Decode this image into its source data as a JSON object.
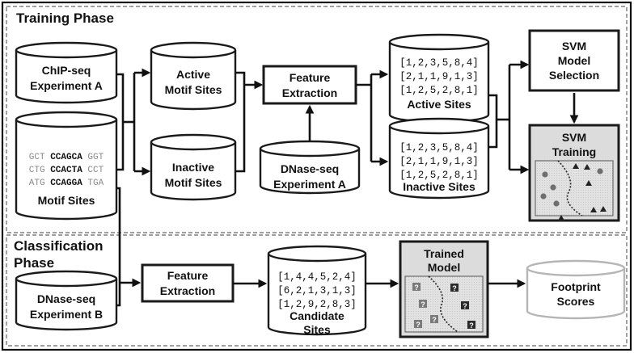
{
  "training": {
    "title": "Training Phase",
    "chipseq": [
      "ChIP-seq",
      "Experiment A"
    ],
    "motif_sites": {
      "label": "Motif Sites",
      "rows": [
        {
          "pre": "GCT ",
          "mid": "CCAGCA",
          "post": " GGT"
        },
        {
          "pre": "CTG ",
          "mid": "CCACTA",
          "post": " CCT"
        },
        {
          "pre": "ATG ",
          "mid": "CCAGGA",
          "post": " TGA"
        }
      ]
    },
    "active_motif": [
      "Active",
      "Motif Sites"
    ],
    "inactive_motif": [
      "Inactive",
      "Motif Sites"
    ],
    "feature_extraction": [
      "Feature",
      "Extraction"
    ],
    "dnase_a": [
      "DNase-seq",
      "Experiment A"
    ],
    "active_sites": {
      "vectors": [
        "[1,2,3,5,8,4]",
        "[2,1,1,9,1,3]",
        "[1,2,5,2,8,1]"
      ],
      "label": "Active Sites"
    },
    "inactive_sites": {
      "vectors": [
        "[1,2,3,5,8,4]",
        "[2,1,1,9,1,3]",
        "[1,2,5,2,8,1]"
      ],
      "label": "Inactive Sites"
    },
    "svm_selection": [
      "SVM",
      "Model",
      "Selection"
    ],
    "svm_training": [
      "SVM",
      "Training"
    ]
  },
  "classification": {
    "title": [
      "Classification",
      "Phase"
    ],
    "dnase_b": [
      "DNase-seq",
      "Experiment B"
    ],
    "feature_extraction": [
      "Feature",
      "Extraction"
    ],
    "candidate_sites": {
      "vectors": [
        "[1,4,4,5,2,4]",
        "[6,2,1,3,1,3]",
        "[1,2,9,2,8,3]"
      ],
      "label": [
        "Candidate",
        "Sites"
      ]
    },
    "trained_model": {
      "label": [
        "Trained",
        "Model"
      ],
      "marker": "?"
    },
    "footprint": [
      "Footprint",
      "Scores"
    ]
  }
}
